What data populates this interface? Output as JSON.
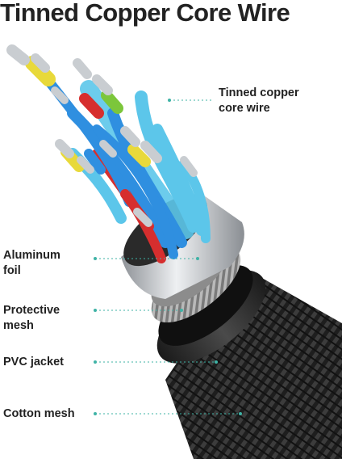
{
  "title": "Tinned Copper Core Wire",
  "labels": {
    "tinned_copper_line1": "Tinned copper",
    "tinned_copper_line2": "core wire",
    "aluminum_line1": "Aluminum",
    "aluminum_line2": "foil",
    "protective_line1": "Protective",
    "protective_line2": "mesh",
    "pvc": "PVC jacket",
    "cotton": "Cotton mesh"
  },
  "colors": {
    "title": "#222222",
    "label": "#222222",
    "leader_line": "#3fb3a6",
    "braid": "#2a2a2a",
    "foil": "#b8bcc0",
    "insulation_blue": "#2f8fe0",
    "insulation_light_blue": "#5cc6ea",
    "insulation_yellow": "#e8d93a",
    "insulation_red": "#d62e2e",
    "insulation_green": "#7cc63b",
    "tinned_copper": "#c9cdd1"
  }
}
